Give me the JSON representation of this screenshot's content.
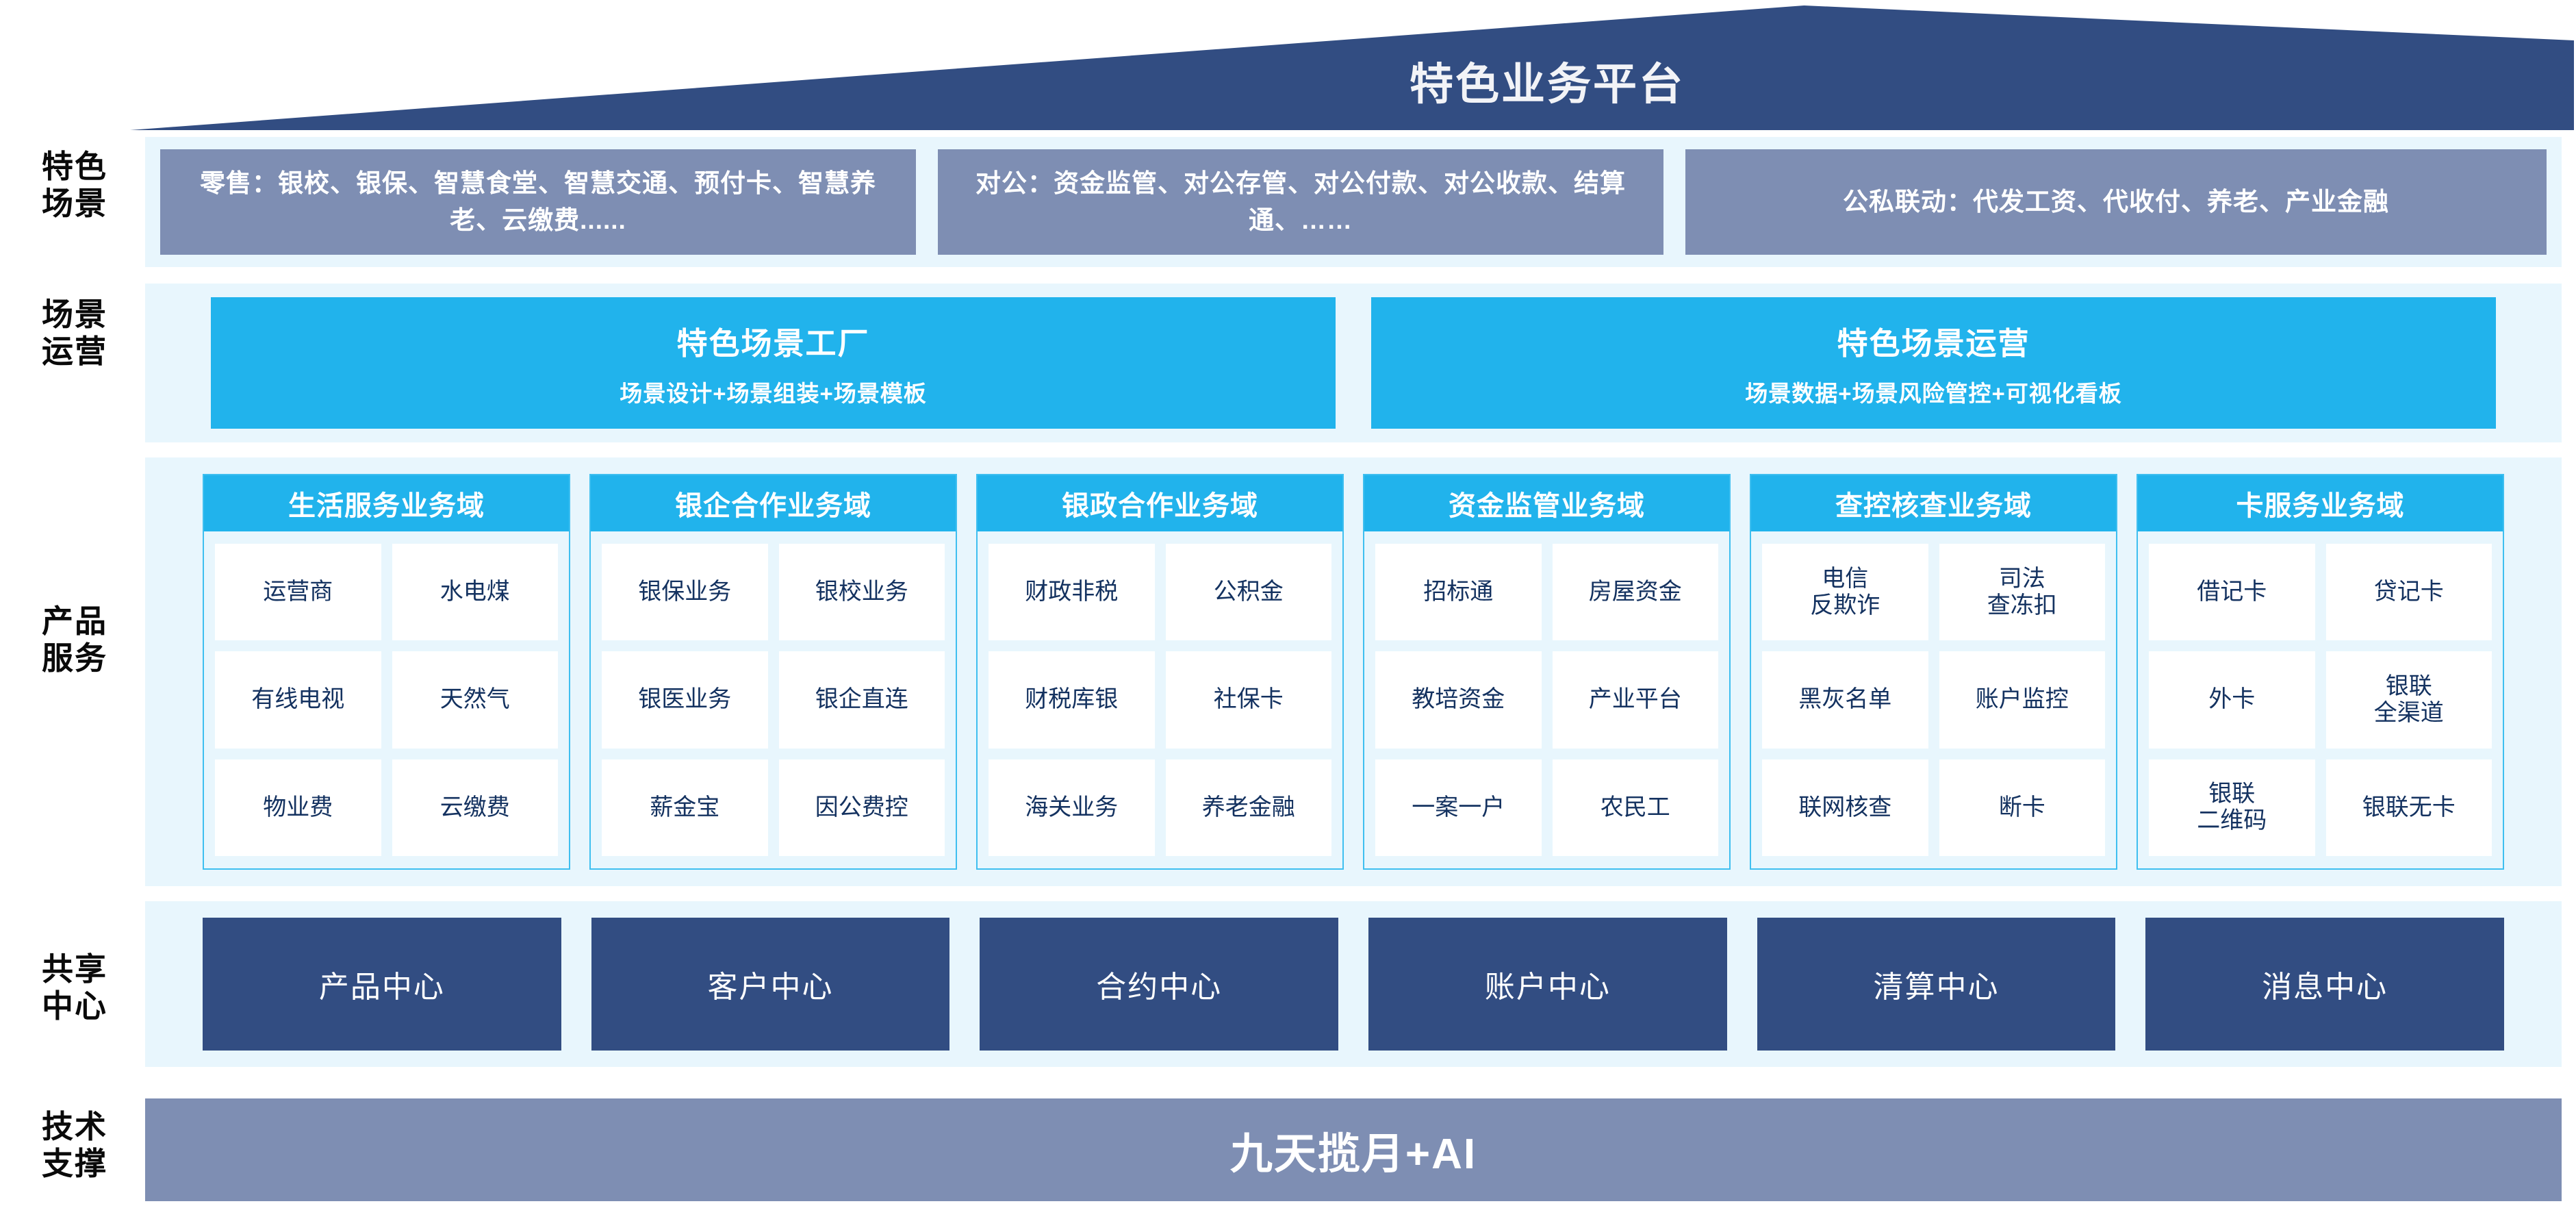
{
  "header": {
    "title": "特色业务平台"
  },
  "side_labels": [
    {
      "id": "scenes",
      "label": "特色\n场景"
    },
    {
      "id": "ops",
      "label": "场景\n运营"
    },
    {
      "id": "products",
      "label": "产品\n服务"
    },
    {
      "id": "shared",
      "label": "共享\n中心"
    },
    {
      "id": "tech",
      "label": "技术\n支撑"
    }
  ],
  "scenarios": [
    {
      "text": "零售：银校、银保、智慧食堂、智慧交通、预付卡、智慧养老、云缴费......"
    },
    {
      "text": "对公：资金监管、对公存管、对公付款、对公收款、结算通、……"
    },
    {
      "text": "公私联动：代发工资、代收付、养老、产业金融"
    }
  ],
  "operations": [
    {
      "title": "特色场景工厂",
      "subtitle": "场景设计+场景组装+场景模板"
    },
    {
      "title": "特色场景运营",
      "subtitle": "场景数据+场景风险管控+可视化看板"
    }
  ],
  "domains": [
    {
      "title": "生活服务业务域",
      "cells": [
        "运营商",
        "水电煤",
        "有线电视",
        "天然气",
        "物业费",
        "云缴费"
      ]
    },
    {
      "title": "银企合作业务域",
      "cells": [
        "银保业务",
        "银校业务",
        "银医业务",
        "银企直连",
        "薪金宝",
        "因公费控"
      ]
    },
    {
      "title": "银政合作业务域",
      "cells": [
        "财政非税",
        "公积金",
        "财税库银",
        "社保卡",
        "海关业务",
        "养老金融"
      ]
    },
    {
      "title": "资金监管业务域",
      "cells": [
        "招标通",
        "房屋资金",
        "教培资金",
        "产业平台",
        "一案一户",
        "农民工"
      ]
    },
    {
      "title": "查控核查业务域",
      "cells": [
        "电信\n反欺诈",
        "司法\n查冻扣",
        "黑灰名单",
        "账户监控",
        "联网核查",
        "断卡"
      ]
    },
    {
      "title": "卡服务业务域",
      "cells": [
        "借记卡",
        "贷记卡",
        "外卡",
        "银联\n全渠道",
        "银联\n二维码",
        "银联无卡"
      ]
    }
  ],
  "shared_centers": [
    {
      "label": "产品中心"
    },
    {
      "label": "客户中心"
    },
    {
      "label": "合约中心"
    },
    {
      "label": "账户中心"
    },
    {
      "label": "清算中心"
    },
    {
      "label": "消息中心"
    }
  ],
  "tech_support": {
    "label": "九天揽月+AI"
  },
  "colors": {
    "roof_navy": "#324D82",
    "scenario_slate": "#7E8EB3",
    "cyan": "#21B3EC",
    "band_light": "#E8F6FD",
    "cell_text_navy": "#143260",
    "cell_white": "#FFFFFF"
  }
}
